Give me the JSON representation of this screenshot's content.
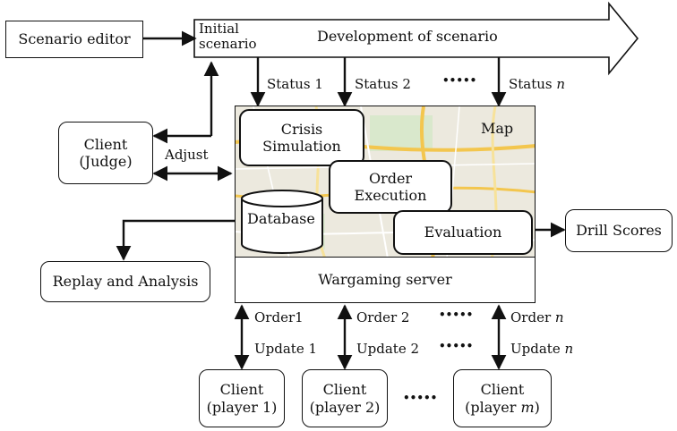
{
  "scenario_editor": "Scenario editor",
  "initial_scenario": [
    "Initial",
    "scenario"
  ],
  "development": "Development of scenario",
  "statuses": [
    {
      "text": "Status 1",
      "var": ""
    },
    {
      "text": "Status 2",
      "var": ""
    },
    {
      "text": "Status ",
      "var": "n"
    }
  ],
  "ellipsis": "•••••",
  "client_judge": [
    "Client",
    "(Judge)"
  ],
  "adjust": "Adjust",
  "map_label": "Map",
  "crisis": [
    "Crisis",
    "Simulation"
  ],
  "order_exec": [
    "Order",
    "Execution"
  ],
  "database": "Database",
  "evaluation": "Evaluation",
  "drill_scores": "Drill Scores",
  "replay": "Replay and Analysis",
  "server": "Wargaming server",
  "orders": [
    {
      "order": "Order1",
      "order_var": "",
      "update": "Update 1",
      "update_var": ""
    },
    {
      "order": "Order 2",
      "order_var": "",
      "update": "Update 2",
      "update_var": ""
    },
    {
      "order": "Order ",
      "order_var": "n",
      "update": "Update ",
      "update_var": "n"
    }
  ],
  "players": [
    {
      "line1": "Client",
      "line2": "(player 1)",
      "var": ""
    },
    {
      "line1": "Client",
      "line2": "(player 2)",
      "var": ""
    },
    {
      "line1": "Client",
      "line2": "(player ",
      "var": "m",
      "close": ")"
    }
  ],
  "colors": {
    "line": "#111111",
    "map_bg": "#efeee6",
    "road": "#f3c64e"
  }
}
